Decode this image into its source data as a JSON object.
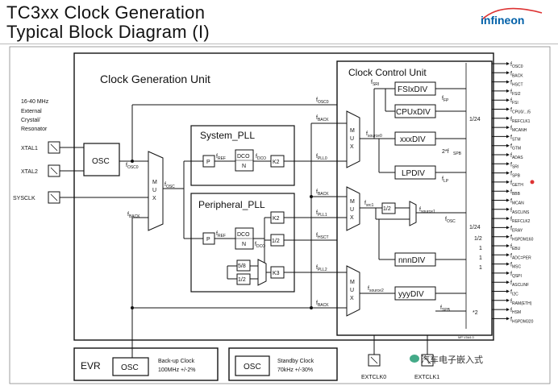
{
  "header": {
    "title_line1": "TC3xx Clock Generation",
    "title_line2": "Typical Block Diagram (I)",
    "logo": "infineon"
  },
  "diagram": {
    "cgu_title": "Clock Generation Unit",
    "ccu_title": "Clock Control Unit",
    "xtal_desc": [
      "16-40 MHz",
      "External",
      "Crystal/",
      "Resonator"
    ],
    "pins": {
      "xtal1": "XTAL1",
      "xtal2": "XTAL2",
      "sysclk": "SYSCLK",
      "extclk0": "EXTCLK0",
      "extclk1": "EXTCLK1"
    },
    "osc": "OSC",
    "mux_letters": [
      "M",
      "U",
      "X"
    ],
    "system_pll": {
      "title": "System_PLL",
      "p": "P",
      "dco": "DCO",
      "n": "N",
      "k2": "K2"
    },
    "peripheral_pll": {
      "title": "Peripheral_PLL",
      "p": "P",
      "dco": "DCO",
      "n": "N",
      "k2": "K2",
      "half": "1/2",
      "frac58": "5/8",
      "frac12": "1/2",
      "k3": "K3"
    },
    "dividers": {
      "fsi": "FSIxDIV",
      "cpu": "CPUxDIV",
      "xxx": "xxxDIV",
      "lp": "LPDIV",
      "nnn": "nnnDIV",
      "yyy": "yyyDIV",
      "half": "1/2"
    },
    "signals": {
      "fosc0_top": "f",
      "fosc0_sub": "OSC0",
      "fback": "BACK",
      "fref": "REF",
      "fdco": "DCO",
      "fpll0": "PLL0",
      "fpll1": "PLL1",
      "fpll2": "PLL2",
      "fhsct": "HSCT",
      "fosc": "OSC",
      "fsri": "SRI",
      "ffp": "FP",
      "fsource0": "source0",
      "fsource1": "source1",
      "fsource2": "source2",
      "fsrc1": "src1",
      "fspb": "SPB",
      "flp": "LP",
      "two_fspb": "2*f",
      "div124": "1/24",
      "star2": "*2"
    },
    "outputs": [
      "OSC0",
      "BACK",
      "HSCT",
      "FSI2",
      "FSI",
      "CPU0/.../5",
      "REFCLK1",
      "MCANH",
      "STM",
      "GTM",
      "ADAS",
      "SRI",
      "SPB",
      "GETH",
      "BBB",
      "MCAN",
      "ASCLINS",
      "REFCLK2",
      "ERAY",
      "HSPDM160",
      "EBU",
      "ADC=PER",
      "MSC",
      "QSPI",
      "ASCLINF",
      "I2C",
      "RAM(ETH)",
      "HSM",
      "HSPDM320"
    ],
    "right_ratios": {
      "r1": "1/24",
      "r2": "1/24",
      "r3": "1/2",
      "r4": "1",
      "r5": "1",
      "r6": "1"
    },
    "evr": "EVR",
    "evr_osc": "OSC",
    "backup_clock": [
      "Back-up Clock",
      "100MHz +/-2%"
    ],
    "standby_osc": "OSC",
    "standby_clock": [
      "Standby Clock",
      "70kHz +/-30%"
    ],
    "version": "MP V0d4.0"
  },
  "watermark": "汽车电子嵌入式",
  "colors": {
    "accent": "#d33",
    "line": "#111",
    "logo": "#0060a8"
  }
}
